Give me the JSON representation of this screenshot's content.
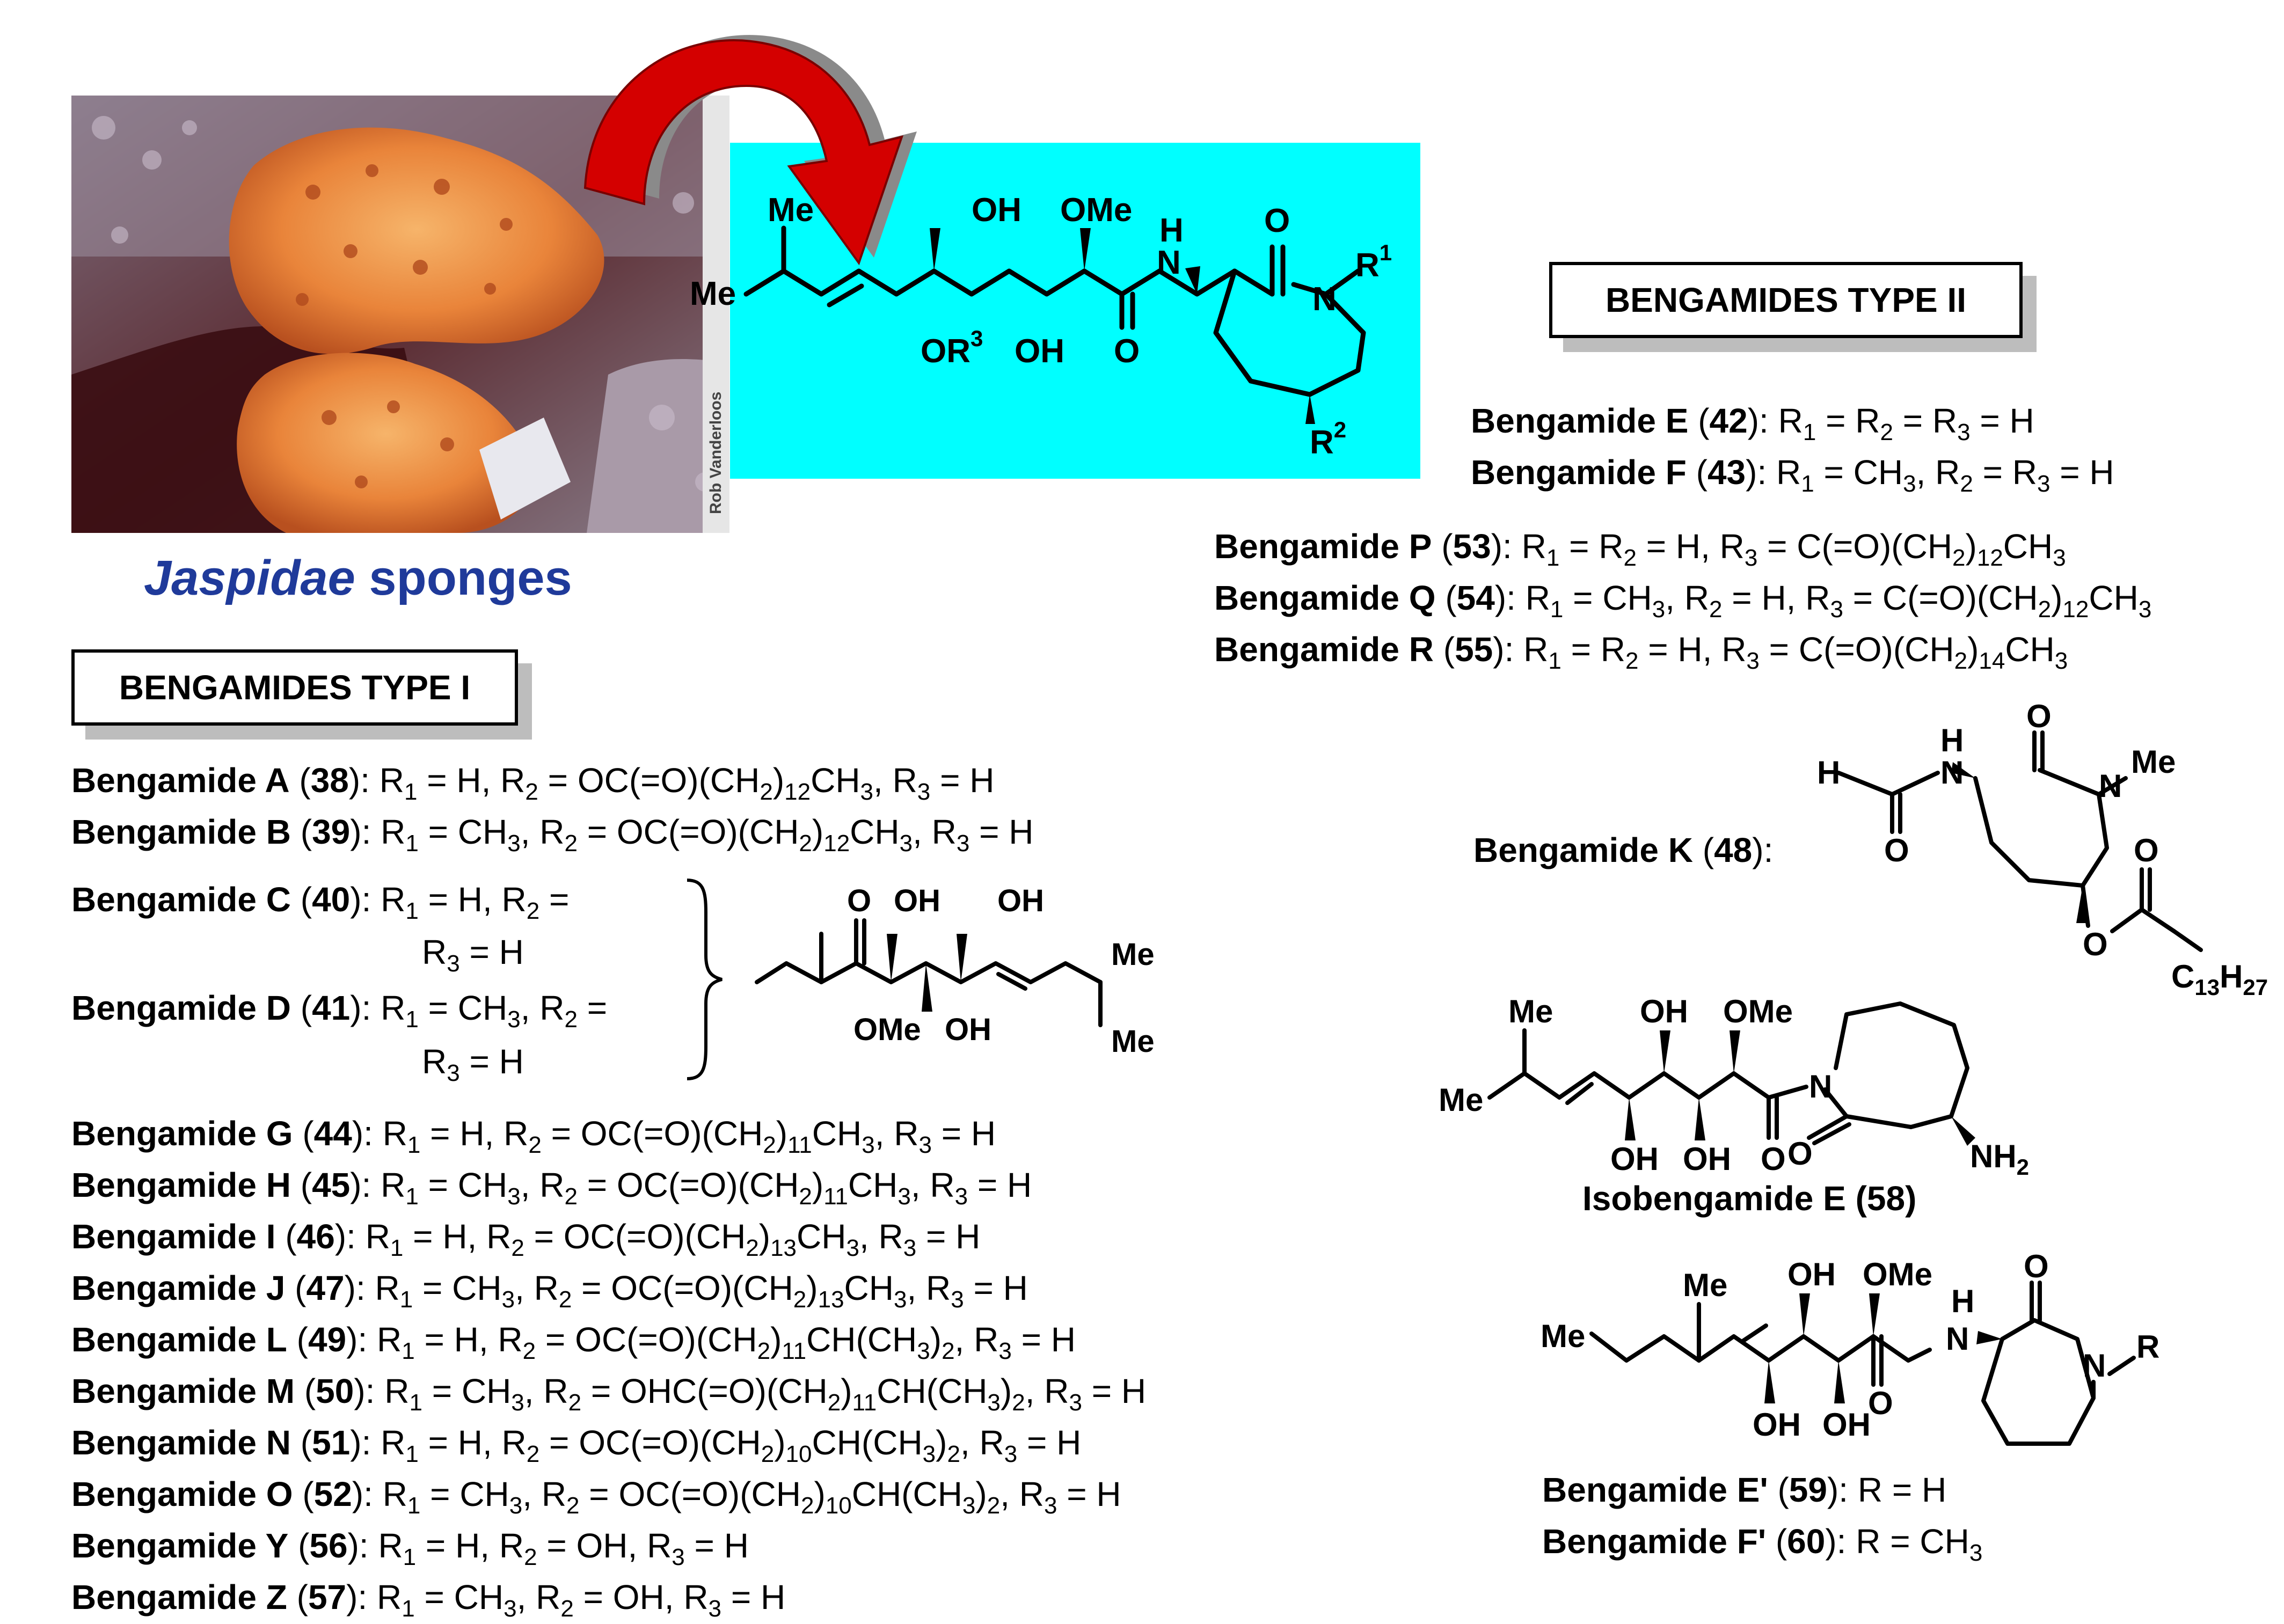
{
  "photo": {
    "credit": "Rob Vanderloos",
    "caption_italic": "Jaspidae",
    "caption_rest": " sponges"
  },
  "colors": {
    "highlight": "#00ffff",
    "arrow": "#d40000",
    "caption": "#1f3a9a",
    "shadow": "#bdbdbd"
  },
  "core": {
    "me_top": "Me",
    "me_left": "Me",
    "oh_top": "OH",
    "ome_top": "OMe",
    "nh_h": "H",
    "nh_n": "N",
    "o_top": "O",
    "n_ring": "N",
    "r1_r": "R",
    "r1_sup": "1",
    "or3_or": "OR",
    "or3_sup": "3",
    "oh_bottom": "OH",
    "o_bottom": "O",
    "r2_r": "R",
    "r2_sup": "2"
  },
  "type1": {
    "title": "BENGAMIDES TYPE I",
    "rows": [
      {
        "name": "Bengamide A",
        "num": "38",
        "t1": "): R",
        "s1": "1",
        "t2": " = H, R",
        "s2": "2",
        "t3": " = OC(=O)(CH",
        "s3": "2",
        "t4": ")",
        "s4": "12",
        "t5": "CH",
        "s5": "3",
        "t6": ", R",
        "s6": "3",
        "t7": " = H"
      },
      {
        "name": "Bengamide B",
        "num": "39",
        "t1": "): R",
        "s1": "1",
        "t2": " = CH",
        "s2": "3",
        "t3": ", R",
        "s3": "2",
        "t4": " = OC(=O)(CH",
        "s4": "2",
        "t5": ")",
        "s5": "12",
        "t6": "CH",
        "s6": "3",
        "t7": ", R",
        "s7": "3",
        "t8": " = H"
      },
      {
        "name": "Bengamide C",
        "num": "40",
        "t1": "): R",
        "s1": "1",
        "t2": " = H, R",
        "s2": "2",
        "t3": " ="
      },
      {
        "t1": "R",
        "s1": "3",
        "t2": " = H"
      },
      {
        "name": "Bengamide D",
        "num": "41",
        "t1": "): R",
        "s1": "1",
        "t2": " = CH",
        "s2": "3",
        "t3": ", R",
        "s3": "2",
        "t4": " ="
      },
      {
        "t1": "R",
        "s1": "3",
        "t2": " = H"
      },
      {
        "name": "Bengamide G",
        "num": "44",
        "t1": "): R",
        "s1": "1",
        "t2": " = H, R",
        "s2": "2",
        "t3": " = OC(=O)(CH",
        "s3": "2",
        "t4": ")",
        "s4": "11",
        "t5": "CH",
        "s5": "3",
        "t6": ", R",
        "s6": "3",
        "t7": " = H"
      },
      {
        "name": "Bengamide H",
        "num": "45",
        "t1": "): R",
        "s1": "1",
        "t2": " = CH",
        "s2": "3",
        "t3": ", R",
        "s3": "2",
        "t4": " = OC(=O)(CH",
        "s4": "2",
        "t5": ")",
        "s5": "11",
        "t6": "CH",
        "s6": "3",
        "t7": ", R",
        "s7": "3",
        "t8": " = H"
      },
      {
        "name": "Bengamide I",
        "num": "46",
        "t1": "): R",
        "s1": "1",
        "t2": " = H, R",
        "s2": "2",
        "t3": " = OC(=O)(CH",
        "s3": "2",
        "t4": ")",
        "s4": "13",
        "t5": "CH",
        "s5": "3",
        "t6": ", R",
        "s6": "3",
        "t7": " = H"
      },
      {
        "name": "Bengamide J",
        "num": "47",
        "t1": "): R",
        "s1": "1",
        "t2": " = CH",
        "s2": "3",
        "t3": ", R",
        "s3": "2",
        "t4": " = OC(=O)(CH",
        "s4": "2",
        "t5": ")",
        "s5": "13",
        "t6": "CH",
        "s6": "3",
        "t7": ", R",
        "s7": "3",
        "t8": " = H"
      },
      {
        "name": "Bengamide L",
        "num": "49",
        "t1": "): R",
        "s1": "1",
        "t2": " = H, R",
        "s2": "2",
        "t3": " = OC(=O)(CH",
        "s3": "2",
        "t4": ")",
        "s4": "11",
        "t5": "CH(CH",
        "s5": "3",
        "t6": ")",
        "s6": "2",
        "t7": ", R",
        "s7": "3",
        "t8": " = H"
      },
      {
        "name": "Bengamide M",
        "num": "50",
        "t1": "): R",
        "s1": "1",
        "t2": " = CH",
        "s2": "3",
        "t3": ", R",
        "s3": "2",
        "t4": " = OHC(=O)(CH",
        "s4": "2",
        "t5": ")",
        "s5": "11",
        "t6": "CH(CH",
        "s6": "3",
        "t7": ")",
        "s7": "2",
        "t8": ", R",
        "s8": "3",
        "t9": " = H"
      },
      {
        "name": "Bengamide N",
        "num": "51",
        "t1": "): R",
        "s1": "1",
        "t2": " = H, R",
        "s2": "2",
        "t3": " = OC(=O)(CH",
        "s3": "2",
        "t4": ")",
        "s4": "10",
        "t5": "CH(CH",
        "s5": "3",
        "t6": ")",
        "s6": "2",
        "t7": ", R",
        "s7": "3",
        "t8": " = H"
      },
      {
        "name": "Bengamide O",
        "num": "52",
        "t1": "): R",
        "s1": "1",
        "t2": " = CH",
        "s2": "3",
        "t3": ", R",
        "s3": "2",
        "t4": " = OC(=O)(CH",
        "s4": "2",
        "t5": ")",
        "s5": "10",
        "t6": "CH(CH",
        "s6": "3",
        "t7": ")",
        "s7": "2",
        "t8": ", R",
        "s8": "3",
        "t9": " = H"
      },
      {
        "name": "Bengamide Y",
        "num": "56",
        "t1": "): R",
        "s1": "1",
        "t2": " = H, R",
        "s2": "2",
        "t3": " = OH, R",
        "s3": "3",
        "t4": " = H"
      },
      {
        "name": "Bengamide Z",
        "num": "57",
        "t1": "): R",
        "s1": "1",
        "t2": " = CH",
        "s2": "3",
        "t3": ", R",
        "s3": "2",
        "t4": " = OH, R",
        "s4": "3",
        "t5": " = H"
      }
    ]
  },
  "side_chain": {
    "o": "O",
    "oh1": "OH",
    "oh2": "OH",
    "ome": "OMe",
    "oh3": "OH",
    "me1": "Me",
    "me2": "Me"
  },
  "type2": {
    "title": "BENGAMIDES TYPE II",
    "rows": [
      {
        "name": "Bengamide E",
        "num": "42",
        "t1": "): R",
        "s1": "1",
        "t2": " = R",
        "s2": "2",
        "t3": " = R",
        "s3": "3",
        "t4": " = H"
      },
      {
        "name": "Bengamide F",
        "num": "43",
        "t1": "): R",
        "s1": "1",
        "t2": " = CH",
        "s2": "3",
        "t3": ", R",
        "s3": "2",
        "t4": " = R",
        "s4": "3",
        "t5": " = H"
      },
      {
        "name": "Bengamide P",
        "num": "53",
        "t1": "): R",
        "s1": "1",
        "t2": " = R",
        "s2": "2",
        "t3": " = H, R",
        "s3": "3",
        "t4": " = C(=O)(CH",
        "s4": "2",
        "t5": ")",
        "s5": "12",
        "t6": "CH",
        "s6": "3"
      },
      {
        "name": "Bengamide Q",
        "num": "54",
        "t1": "): R",
        "s1": "1",
        "t2": " = CH",
        "s2": "3",
        "t3": ", R",
        "s3": "2",
        "t4": " = H, R",
        "s4": "3",
        "t5": " = C(=O)(CH",
        "s5": "2",
        "t6": ")",
        "s6": "12",
        "t7": "CH",
        "s7": "3"
      },
      {
        "name": "Bengamide R",
        "num": "55",
        "t1": "): R",
        "s1": "1",
        "t2": " = R",
        "s2": "2",
        "t3": " = H, R",
        "s3": "3",
        "t4": " = C(=O)(CH",
        "s4": "2",
        "t5": ")",
        "s5": "14",
        "t6": "CH",
        "s6": "3"
      }
    ]
  },
  "bengamide_k": {
    "name": "Bengamide K",
    "num": "48",
    "tail": "):",
    "h": "H",
    "nh_h": "H",
    "nh_n": "N",
    "o_top": "O",
    "n": "N",
    "me": "Me",
    "o_formyl": "O",
    "o_ester": "O",
    "o_carbonyl": "O",
    "c13": "C",
    "c13_sub": "13",
    "h27": "H",
    "h27_sub": "27"
  },
  "isobengamide": {
    "me_top": "Me",
    "me_left": "Me",
    "oh_top": "OH",
    "ome": "OMe",
    "n": "N",
    "oh_b1": "OH",
    "oh_b2": "OH",
    "o_amide": "O",
    "o_lactam": "O",
    "nh2": "NH",
    "nh2_sub": "2",
    "name": "Isobengamide E",
    "num": "58"
  },
  "bengamide_e_prime": {
    "me_top": "Me",
    "me_left": "Me",
    "oh_top": "OH",
    "ome": "OMe",
    "nh_h": "H",
    "nh_n": "N",
    "o_top": "O",
    "n": "N",
    "r": "R",
    "oh_b1": "OH",
    "oh_b2": "OH",
    "o_bottom": "O",
    "rows": [
      {
        "name": "Bengamide E'",
        "num": "59",
        "t1": "): R = H"
      },
      {
        "name": "Bengamide F'",
        "num": "60",
        "t1": "): R = CH",
        "s1": "3"
      }
    ]
  }
}
